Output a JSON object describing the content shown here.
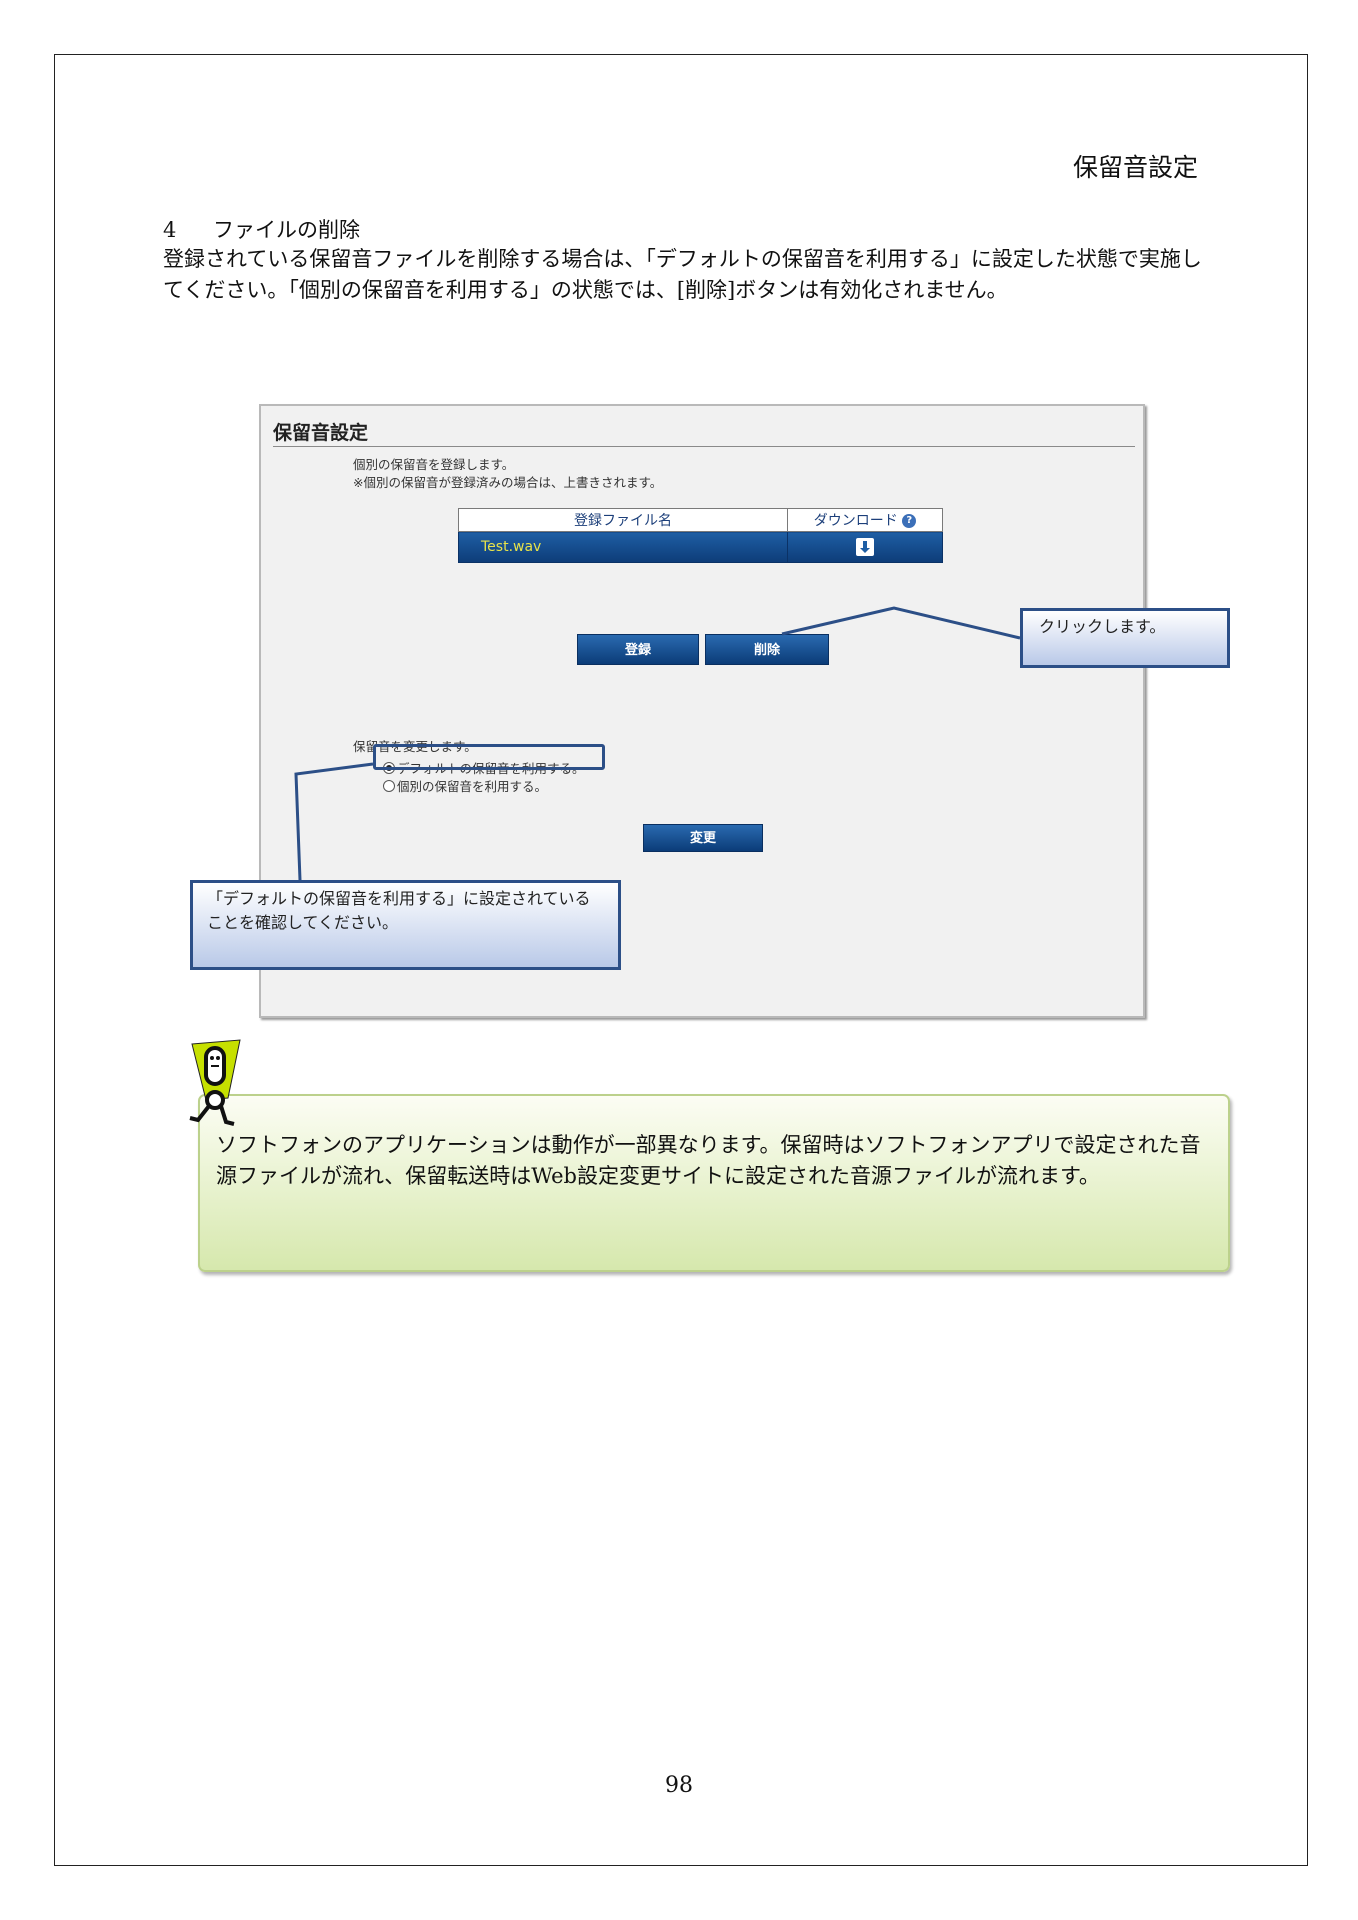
{
  "page": {
    "header_title": "保留音設定",
    "section_number": "4",
    "section_title": "ファイルの削除",
    "intro": "登録されている保留音ファイルを削除する場合は、「デフォルトの保留音を利用する」に設定した状態で実施してください。「個別の保留音を利用する」の状態では、[削除]ボタンは有効化されません。",
    "page_number": "98"
  },
  "screenshot": {
    "title": "保留音設定",
    "desc_line1": "個別の保留音を登録します。",
    "desc_line2": "※個別の保留音が登録済みの場合は、上書きされます。",
    "table": {
      "col_filename": "登録ファイル名",
      "col_download": "ダウンロード",
      "file": "Test.wav"
    },
    "register_button": "登録",
    "delete_button": "削除",
    "change_label": "保留音を変更します。",
    "radio_default": "デフォルトの保留音を利用する。",
    "radio_custom": "個別の保留音を利用する。",
    "change_button": "変更",
    "selected_option": "default"
  },
  "callouts": {
    "click": "クリックします。",
    "confirm": "「デフォルトの保留音を利用する」に設定されていることを確認してください。"
  },
  "note": {
    "text": "ソフトフォンのアプリケーションは動作が一部異なります。保留時はソフトフォンアプリで設定された音源ファイルが流れ、保留転送時はWeb設定変更サイトに設定された音源ファイルが流れます。"
  },
  "colors": {
    "button_blue": "#0b3c78",
    "file_text": "#e8e34a",
    "callout_border": "#2c4f87",
    "note_green": "#d6e8ad"
  }
}
